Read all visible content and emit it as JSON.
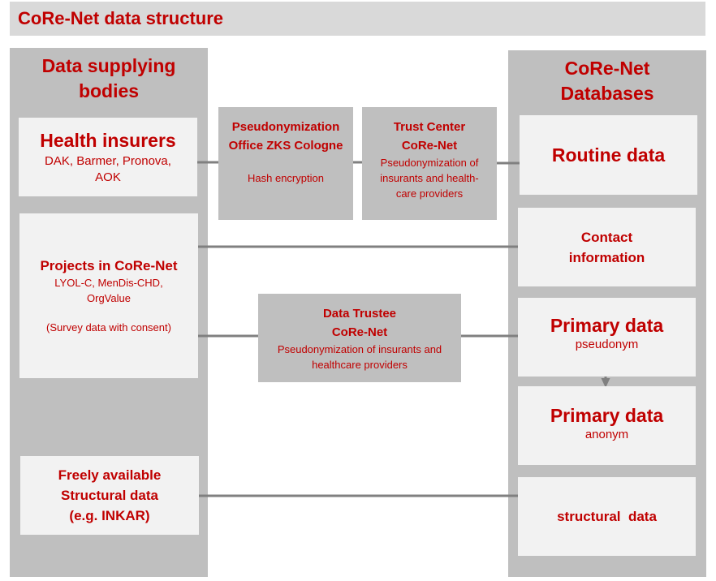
{
  "header": {
    "title": "CoRe-Net data structure"
  },
  "left_column": {
    "title_line1": "Data supplying",
    "title_line2": "bodies",
    "health_insurers": {
      "title": "Health insurers",
      "line1": "DAK, Barmer, Pronova,",
      "line2": "AOK"
    },
    "projects": {
      "title": "Projects in CoRe-Net",
      "line1": "LYOL-C, MenDis-CHD,",
      "line2": "OrgValue",
      "note": "(Survey data with consent)"
    },
    "freely_available": {
      "line1": "Freely available",
      "line2": "Structural  data",
      "line3": "(e.g. INKAR)"
    }
  },
  "middle": {
    "pseudonymization_office": {
      "title_line1": "Pseudonymization",
      "title_line2": "Office ZKS Cologne",
      "desc": "Hash encryption"
    },
    "trust_center": {
      "title_line1": "Trust Center",
      "title_line2": "CoRe-Net",
      "desc_line1": "Pseudonymization of",
      "desc_line2": "insurants and health-",
      "desc_line3": "care providers"
    },
    "data_trustee": {
      "title_line1": "Data Trustee",
      "title_line2": "CoRe-Net",
      "desc_line1": "Pseudonymization of insurants and",
      "desc_line2": "healthcare providers"
    }
  },
  "right_column": {
    "title_line1": "CoRe-Net",
    "title_line2": "Databases",
    "routine": "Routine data",
    "contact_line1": "Contact",
    "contact_line2": "information",
    "primary_pseudonym": {
      "title": "Primary data",
      "sub": "pseudonym"
    },
    "primary_anonym": {
      "title": "Primary data",
      "sub": "anonym"
    },
    "structural": "structural  data"
  },
  "colors": {
    "accent": "#c00000",
    "column_gray": "#bfbfbf",
    "box_light": "#f2f2f2",
    "header_gray": "#d9d9d9",
    "arrow_gray": "#808080"
  }
}
